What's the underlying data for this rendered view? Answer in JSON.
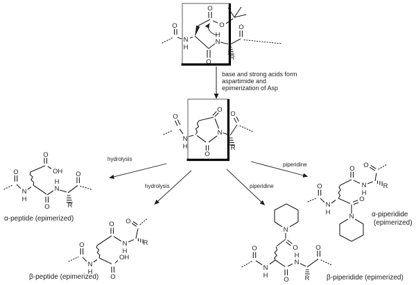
{
  "figure": {
    "background": "#ffffff",
    "ink": "#1b1b1b"
  },
  "reaction": {
    "step_annotation": {
      "line1": "base and strong acids form",
      "line2": "aspartimide and",
      "line3": "epimerization of Asp"
    },
    "arrow_labels": {
      "hydrolysis_to_alpha_peptide": "hydrolysis",
      "hydrolysis_to_beta_peptide": "hydrolysis",
      "piperidine_to_alpha_piperidide": "piperidine",
      "piperidine_to_beta_piperidide": "piperidine"
    },
    "product_labels": {
      "alpha_peptide": "α-peptide (epimerized)",
      "beta_peptide": "β-peptide (epimerized)",
      "alpha_piperidide_line1": "α-piperidide",
      "alpha_piperidide_line2": "(epimerized)",
      "beta_piperidide": "β-piperidide (epimerized)"
    }
  },
  "atoms": {
    "oxygen": "O",
    "nitrogen": "N",
    "hydrogen": "H",
    "hydroxyl": "OH",
    "r_group": "R"
  }
}
